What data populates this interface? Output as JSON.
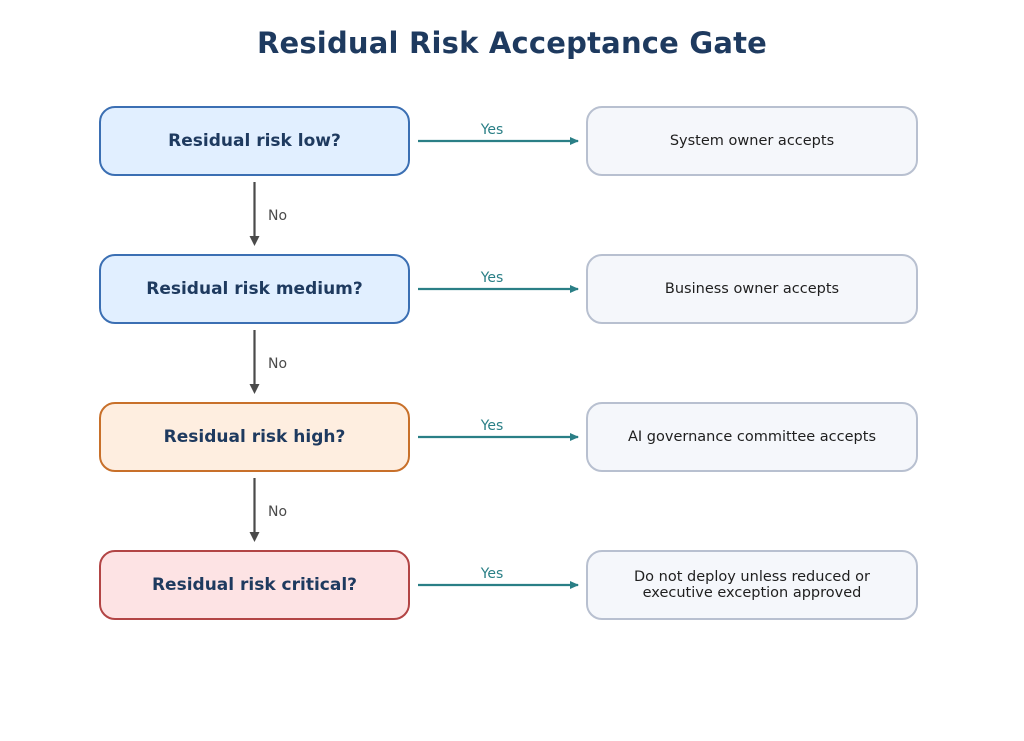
{
  "title": "Residual Risk Acceptance Gate",
  "decisions": [
    {
      "label": "Residual risk low?",
      "level": "low"
    },
    {
      "label": "Residual risk medium?",
      "level": "medium"
    },
    {
      "label": "Residual risk high?",
      "level": "high"
    },
    {
      "label": "Residual risk critical?",
      "level": "critical"
    }
  ],
  "outcomes": [
    {
      "label": "System owner accepts"
    },
    {
      "label": "Business owner accepts"
    },
    {
      "label": "AI governance committee accepts"
    },
    {
      "label": "Do not deploy unless reduced or executive exception approved"
    }
  ],
  "edges": {
    "yes_label": "Yes",
    "no_label": "No"
  },
  "colors": {
    "title": "#1e3a5f",
    "yes_arrow": "#2a7f86",
    "no_arrow": "#4a4a4a",
    "decision_blue_border": "#3b6fb3",
    "decision_blue_fill": "#e1efff",
    "decision_orange_border": "#c8702a",
    "decision_orange_fill": "#feeee0",
    "decision_red_border": "#b24545",
    "decision_red_fill": "#fde3e4",
    "outcome_border": "#b8c0d0",
    "outcome_fill": "#f5f7fb"
  }
}
